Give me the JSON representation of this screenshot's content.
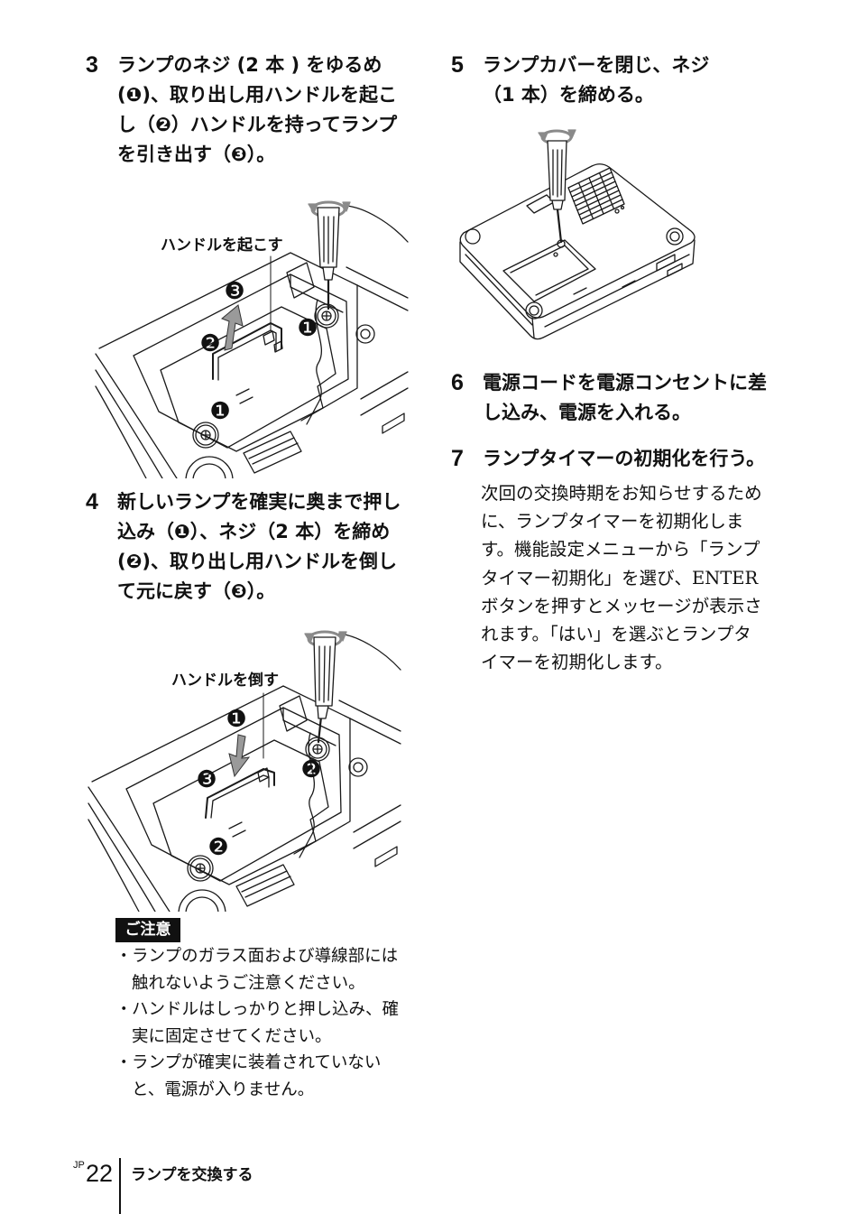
{
  "page": {
    "lang_mark": "JP",
    "page_number": "22",
    "section_title": "ランプを交換する"
  },
  "steps": [
    {
      "number": "3",
      "lines": [
        "ランプのネジ (2 本 ) をゆるめ",
        "(❶)、取り出し用ハンドルを起こ",
        "し（❷）ハンドルを持ってランプ",
        "を引き出す（❸）。"
      ]
    },
    {
      "number": "4",
      "lines": [
        "新しいランプを確実に奥まで押し",
        "込み（❶）、ネジ（2 本）を締め",
        "(❷)、取り出し用ハンドルを倒し",
        "て元に戻す（❸）。"
      ]
    },
    {
      "number": "5",
      "lines": [
        "ランプカバーを閉じ、ネジ",
        "（1 本）を締める。"
      ]
    },
    {
      "number": "6",
      "lines": [
        "電源コードを電源コンセントに差",
        "し込み、電源を入れる。"
      ]
    },
    {
      "number": "7",
      "lines": [
        "ランプタイマーの初期化を行う。"
      ],
      "body": [
        "次回の交換時期をお知らせするため",
        "に、ランプタイマーを初期化しま",
        "す。機能設定メニューから「ランプ",
        "タイマー初期化」を選び、ENTER",
        "ボタンを押すとメッセージが表示さ",
        "れます。「はい」を選ぶとランプタ",
        "イマーを初期化します。"
      ]
    }
  ],
  "figures": {
    "handle_up": {
      "label": "ハンドルを起こす",
      "markers": [
        "❸",
        "❷",
        "❶",
        "❶"
      ]
    },
    "handle_down": {
      "label": "ハンドルを倒す",
      "markers": [
        "❶",
        "❸",
        "❷",
        "❷"
      ]
    }
  },
  "caution": {
    "title": "ご注意",
    "bullet": "・",
    "items": [
      [
        "ランプのガラス面および導線部には",
        "触れないようご注意ください。"
      ],
      [
        "ハンドルはしっかりと押し込み、確",
        "実に固定させてください。"
      ],
      [
        "ランプが確実に装着されていない",
        "と、電源が入りません。"
      ]
    ]
  }
}
